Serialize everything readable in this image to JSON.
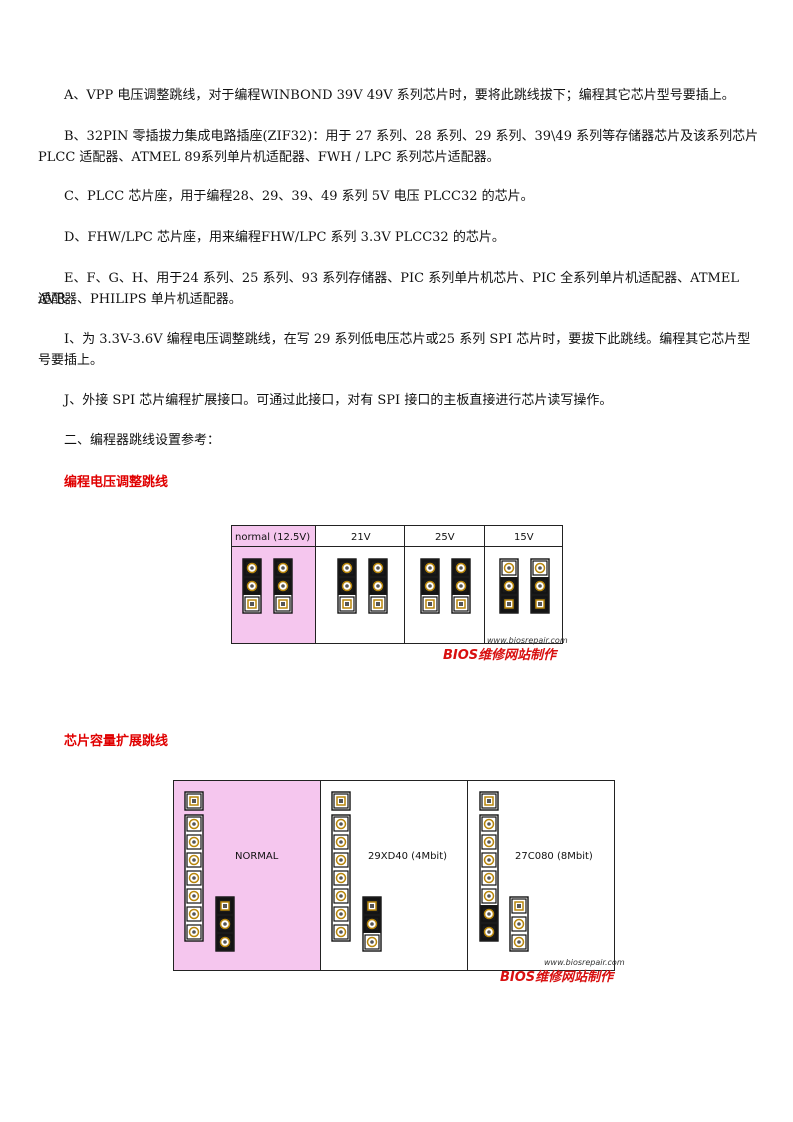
{
  "paragraphs": {
    "a": "A、VPP 电压调整跳线，对于编程WINBOND 39V 49V 系列芯片时，要将此跳线拔下；编程其它芯片型号要插上。",
    "b1": "B、32PIN 零插拔力集成电路插座(ZIF32)：用于 27 系列、28 系列、29 系列、39\\49 系列等存储器芯片及该系列芯片",
    "b2": "PLCC 适配器、ATMEL 89系列单片机适配器、FWH / LPC 系列芯片适配器。",
    "c": "C、PLCC 芯片座，用于编程28、29、39、49 系列 5V 电压 PLCC32 的芯片。",
    "d": "D、FHW/LPC 芯片座，用来编程FHW/LPC 系列 3.3V PLCC32 的芯片。",
    "e1": "E、F、G、H、用于24 系列、25 系列、93 系列存储器、PIC 系列单片机芯片、PIC 全系列单片机适配器、ATMEL AVR",
    "e2": "适配器、PHILIPS 单片机适配器。",
    "i1": "I、为 3.3V-3.6V 编程电压调整跳线，在写 29 系列低电压芯片或25 系列 SPI 芯片时，要拔下此跳线。编程其它芯片型",
    "i2": "号要插上。",
    "j": "J、外接 SPI 芯片编程扩展接口。可通过此接口，对有 SPI 接口的主板直接进行芯片读写操作。",
    "section2": "二、编程器跳线设置参考："
  },
  "headings": {
    "vpp": "编程电压调整跳线",
    "capacity": "芯片容量扩展跳线"
  },
  "fig1": {
    "columns": [
      "normal (12.5V)",
      "21V",
      "25V",
      "15V"
    ],
    "highlight_color": "#f5c6ee"
  },
  "fig2": {
    "labels": [
      "NORMAL",
      "29XD40 (4Mbit)",
      "27C080 (8Mbit)"
    ],
    "highlight_color": "#f5c6ee"
  },
  "watermark": {
    "url": "www.biosrepair.com",
    "brand": "BIOS维修网站制作"
  }
}
